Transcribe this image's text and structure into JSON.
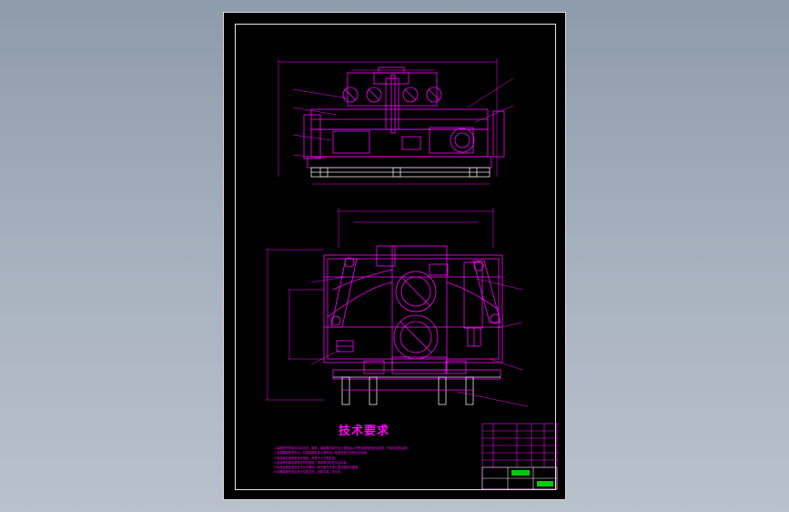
{
  "drawing": {
    "tech_requirements_title": "技术要求",
    "notes": [
      "1.装配前所有零件均应清洗，箱体、端盖等内部不加工表面涂以不受油侵蚀的耐油油漆，外部涂灰色油漆。",
      "2.减速器装配完毕后，在各轴端处涂以润滑油，各密封处不应有渗油现象。",
      "3.齿轮啮合侧隙用铅丝检验，其值不小于规定值。",
      "4.各轴承的轴向游隙应符合规定，用手转动时应灵活平稳。",
      "5.各结合面及密封处不允许漏油，剖分面允许涂以密封胶或水玻璃。",
      "6.机器装配完成后进行空载试车，运转平稳，无冲击。"
    ],
    "colors": {
      "line": "#ff00ff",
      "frame": "#e6e6e6",
      "title_block_accent": "#00cc00",
      "background": "#000000"
    }
  }
}
